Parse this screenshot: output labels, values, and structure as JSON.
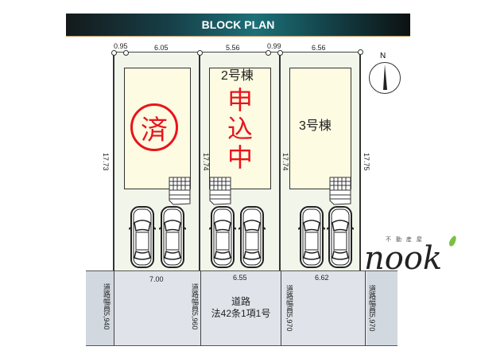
{
  "title": "BLOCK PLAN",
  "top_dims": [
    "0.95",
    "6.05",
    "5.56",
    "0.99",
    "6.56"
  ],
  "side_dims": [
    "17.73",
    "17.74",
    "17.74",
    "17.75"
  ],
  "lots": [
    {
      "stamp": "済"
    },
    {
      "label": "2号棟",
      "stamp": "申込中"
    },
    {
      "label": "3号棟"
    }
  ],
  "frontage_dims": [
    "7.00",
    "6.55",
    "6.62"
  ],
  "road": {
    "title": "道路",
    "law": "法42条1項1号",
    "widths": [
      "道路幅員5,940",
      "道路幅員5,960",
      "道路幅員5,970",
      "道路幅員5,970"
    ]
  },
  "compass": "N",
  "logo": {
    "sub": "不 動 産 屋",
    "name": "nook"
  },
  "colors": {
    "stamp": "#e8141c",
    "lot": "#f1f5ea",
    "building": "#fdfbe2",
    "road": "#e0e4ea"
  }
}
